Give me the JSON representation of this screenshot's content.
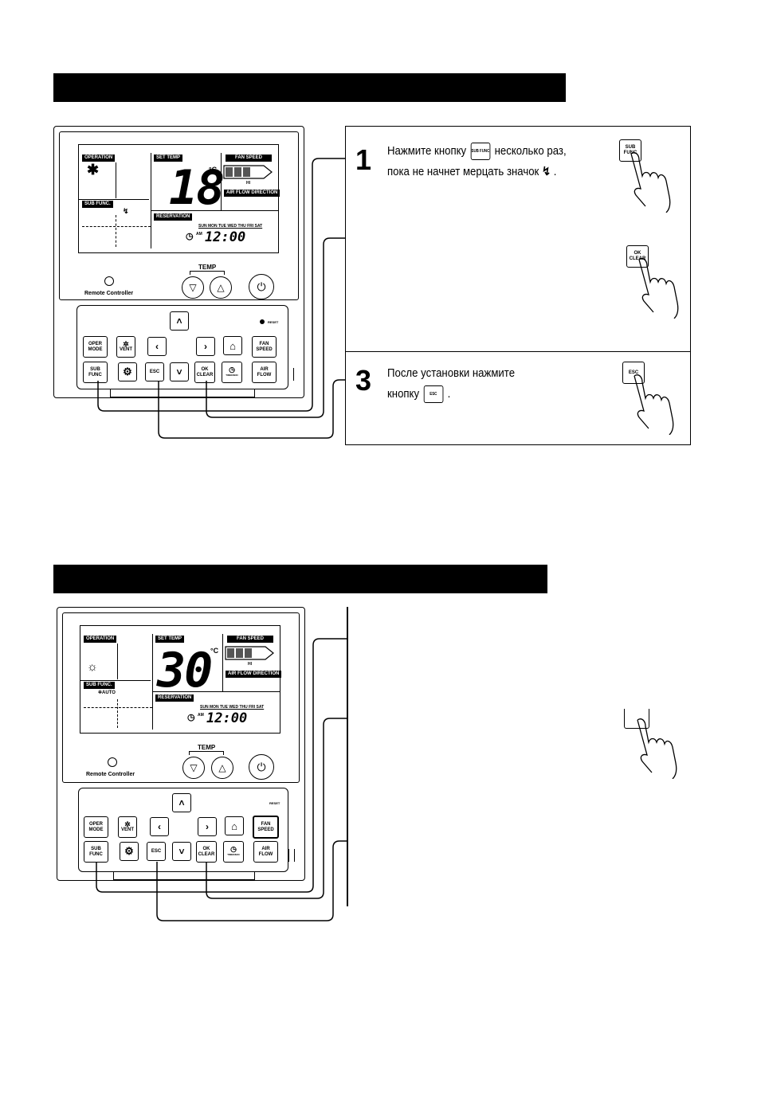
{
  "sections": [
    {
      "remote": {
        "mode_icon": "snowflake-icon",
        "temperature": "18",
        "unit": "°C",
        "fan_speed_level": "HI",
        "days": "SUN  MON  TUE  WED  THU  FRI  SAT",
        "am": "AM",
        "time": "12:00"
      },
      "steps": [
        {
          "number": "1",
          "line1_a": "Нажмите кнопку",
          "line1_key": "SUB FUNC",
          "line1_b": "несколько раз,",
          "line2_a": "пока не начнет мерцать значок",
          "line2_icon": "swing-icon",
          "line2_b": ".",
          "art_key": "SUB FUNC"
        },
        {
          "number": "",
          "art_key": "OK CLEAR"
        },
        {
          "number": "3",
          "line1_a": "После установки нажмите",
          "line2_a": "кнопку",
          "line2_key": "ESC",
          "line2_b": ".",
          "art_key": "ESC"
        }
      ]
    },
    {
      "remote": {
        "mode_icon": "sun-icon",
        "temperature": "30",
        "unit": "°C",
        "fan_speed_level": "HI",
        "days": "SUN  MON  TUE  WED  THU  FRI  SAT",
        "am": "AM",
        "time": "12:00",
        "sub_func_text": "AUTO"
      }
    }
  ],
  "lcd_labels": {
    "operation": "OPERATION",
    "set_temp": "SET TEMP",
    "fan_speed": "FAN SPEED",
    "air_flow_direction": "AIR FLOW DIRECTION",
    "sub_func": "SUB FUNC.",
    "reservation": "RESERVATION"
  },
  "controller": {
    "remote_controller": "Remote Controller",
    "temp": "TEMP",
    "reset": "RESET",
    "oper_mode": "OPER MODE",
    "vent": "VENT",
    "fan_speed": "FAN SPEED",
    "sub_func": "SUB FUNC",
    "esc": "ESC",
    "ok_clear": "OK CLEAR",
    "timer": "TIMER/BIO",
    "air_flow": "AIR FLOW"
  }
}
